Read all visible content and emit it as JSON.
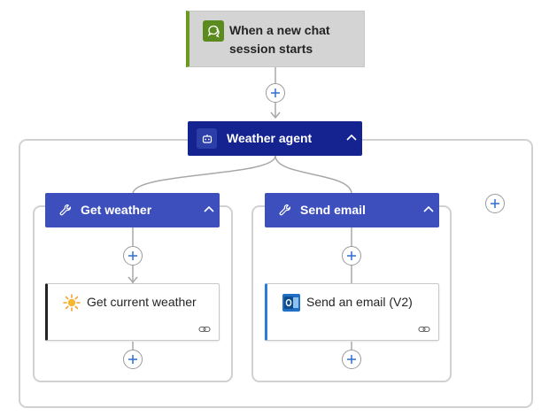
{
  "trigger": {
    "label": "When a new chat session starts",
    "icon": "chat-bubbles-icon",
    "accent": "#6a9a1f"
  },
  "agent": {
    "label": "Weather agent",
    "icon": "robot-icon",
    "color": "#14238f"
  },
  "tools": [
    {
      "label": "Get weather",
      "icon": "wrench-icon",
      "action": {
        "label": "Get current weather",
        "icon": "sun-icon",
        "accent": "#242424"
      }
    },
    {
      "label": "Send email",
      "icon": "wrench-icon",
      "action": {
        "label": "Send an email (V2)",
        "icon": "outlook-icon",
        "accent": "#2b7cd3"
      }
    }
  ],
  "colors": {
    "tool_header": "#3c4fbd",
    "connector": "#a8a8a8",
    "plus": "#2f6fcf"
  }
}
